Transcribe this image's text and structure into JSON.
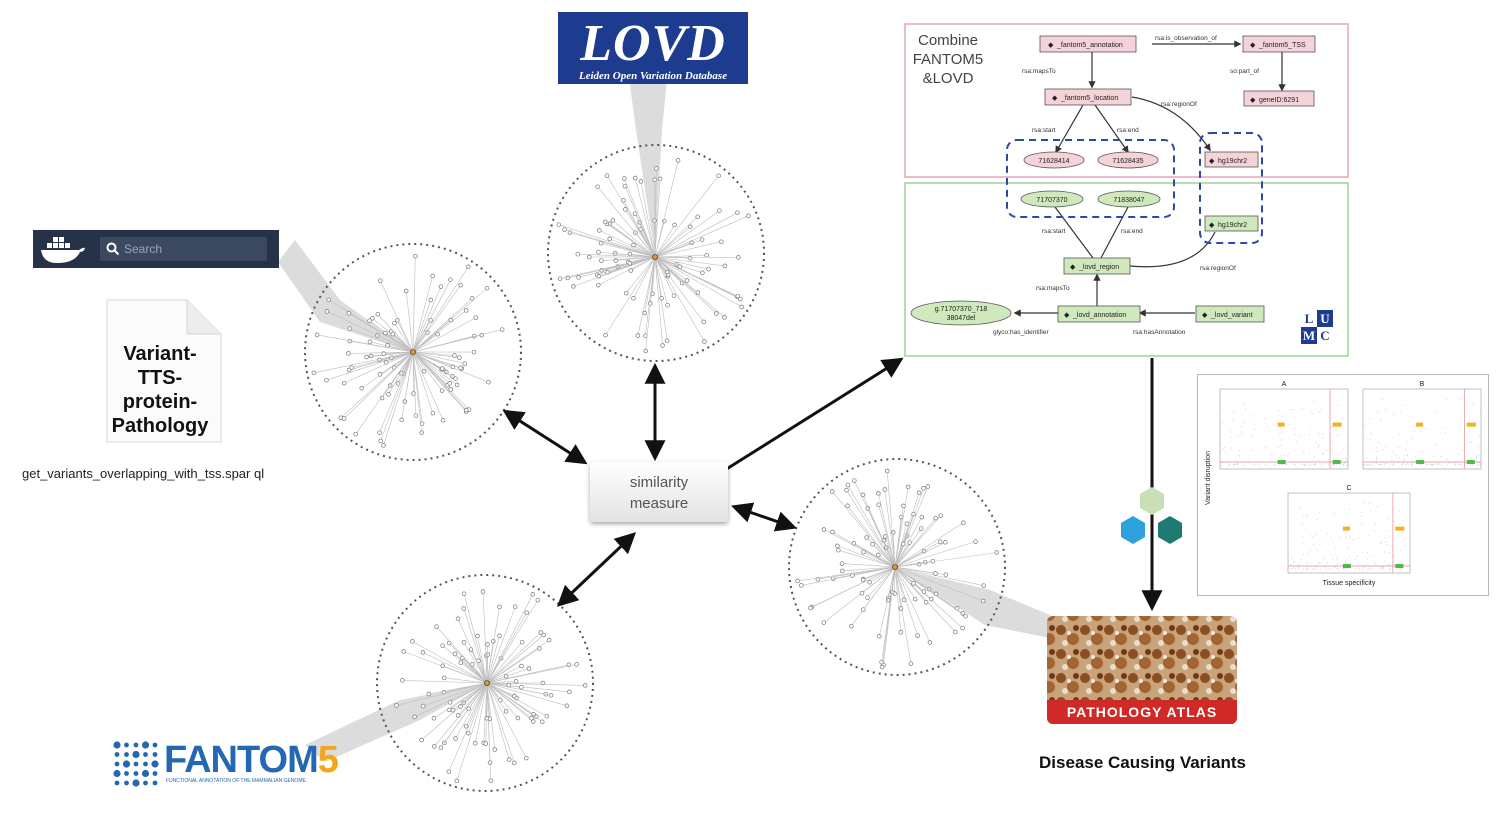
{
  "logos": {
    "lovd_title": "LOVD",
    "lovd_subtitle": "Leiden Open Variation Database",
    "fantom_prefix": "FANTOM",
    "fantom_digit": "5",
    "fantom_subtitle": "FUNCTIONAL ANNOTATION OF THE MAMMALIAN GENOME",
    "lumc": [
      "L",
      "U",
      "M",
      "C"
    ],
    "pathology_atlas": "PATHOLOGY ATLAS"
  },
  "docker": {
    "search_placeholder": "Search"
  },
  "document": {
    "label_lines": [
      "Variant-",
      "TTS-",
      "protein-",
      "Pathology"
    ]
  },
  "query_file": "get_variants_overlapping_with_tss.spar ql",
  "similarity": {
    "line1": "similarity",
    "line2": "measure"
  },
  "rdf": {
    "title_lines": [
      "Combine",
      "FANTOM5",
      "&LOVD"
    ],
    "nodes": {
      "fantom5_annotation": "_fantom5_annotation",
      "fantom5_tss": "_fantom5_TSS",
      "fantom5_location": "_fantom5_location",
      "geneid": "geneID:6291",
      "start_f": "71628414",
      "end_f": "71628435",
      "chr_f": "hg19chr2",
      "start_l": "71707370",
      "end_l": "71838047",
      "chr_l": "hg19chr2",
      "lovd_region": "_lovd_region",
      "lovd_annotation": "_lovd_annotation",
      "lovd_variant": "_lovd_variant",
      "hgvs": "g.71707370_718 38047del"
    },
    "edges": {
      "observation": "rsa:is_observation_of",
      "maps_to_f": "rsa:mapsTo",
      "part_of": "so:part_of",
      "region_of_f": "rsa:regionOf",
      "start_f": "rsa:start",
      "end_f": "rsa:end",
      "start_l": "rsa:start",
      "end_l": "rsa:end",
      "region_of_l": "rsa:regionOf",
      "maps_to_l": "rsa:mapsTo",
      "has_identifier": "glyco:has_identifier",
      "has_annotation": "rsa:hasAnnotation"
    }
  },
  "plots": {
    "panel_labels": [
      "A",
      "B",
      "C"
    ],
    "marker": "000",
    "ylabel": "Variant disruption",
    "xlabel": "Tissue specificity"
  },
  "disease_label": "Disease Causing Variants",
  "colors": {
    "lovd_blue": "#1d3b8f",
    "docker_dark": "#253247",
    "fantom_blue": "#2467b3",
    "fantom_orange": "#f3a51c",
    "pathology_red": "#cf2a28",
    "fantom_box": "#f5d3d9",
    "lovd_box": "#cfe9bd",
    "dashed_blue": "#2d49a8"
  }
}
